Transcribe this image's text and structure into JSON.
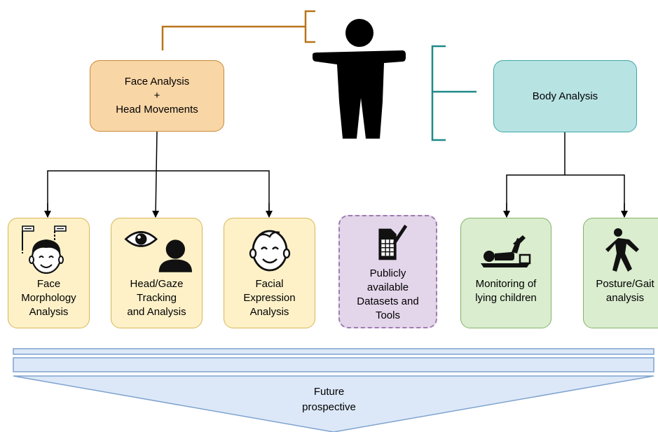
{
  "diagram": {
    "main_nodes": [
      {
        "id": "face",
        "label": "Face Analysis\n+\nHead Movements",
        "fill": "#f9d6a6",
        "stroke": "#c98a3a"
      },
      {
        "id": "body",
        "label": "Body Analysis",
        "fill": "#b8e3e3",
        "stroke": "#3ea7a5"
      }
    ],
    "leaf_nodes": [
      {
        "id": "face-morphology",
        "label": "Face\nMorphology\nAnalysis",
        "icon": "child-face-landmarks-icon",
        "parent": "face"
      },
      {
        "id": "head-gaze",
        "label": "Head/Gaze\nTracking\nand Analysis",
        "icon": "eye-and-head-icon",
        "parent": "face"
      },
      {
        "id": "facial-expression",
        "label": "Facial\nExpression\nAnalysis",
        "icon": "smiling-face-icon",
        "parent": "face"
      },
      {
        "id": "datasets",
        "label": "Publicly\navailable\nDatasets and\nTools",
        "icon": "dataset-spreadsheet-pen-icon",
        "parent": null
      },
      {
        "id": "lying-children",
        "label": "Monitoring of\nlying children",
        "icon": "lying-child-icon",
        "parent": "body"
      },
      {
        "id": "posture-gait",
        "label": "Posture/Gait\nanalysis",
        "icon": "walking-person-icon",
        "parent": "body"
      }
    ],
    "center_figure": {
      "icon": "person-silhouette-icon"
    },
    "future": {
      "label": "Future\nprospective",
      "fill": "#dce8f8",
      "stroke": "#7fa3cf"
    },
    "colors": {
      "face_bracket": "#b8741a",
      "body_bracket": "#1f8a88",
      "connector": "#000000",
      "icon": "#111111"
    }
  }
}
